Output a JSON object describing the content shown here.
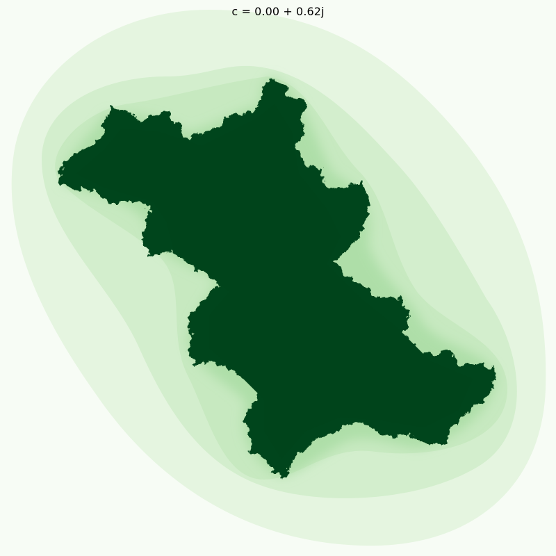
{
  "title": "c = 0.00 + 0.62j",
  "fractal": {
    "type": "julia-set",
    "c_real": 0.0,
    "c_imag": 0.62,
    "colormap": "Greens",
    "colors": {
      "background": "#f7fcf5",
      "band_1": "#e5f5e0",
      "band_2": "#d3eecd",
      "band_3": "#c7e9c0",
      "band_4": "#a1d99b",
      "band_5": "#74c476",
      "band_6": "#41ab5d",
      "interior": "#00441b"
    }
  }
}
